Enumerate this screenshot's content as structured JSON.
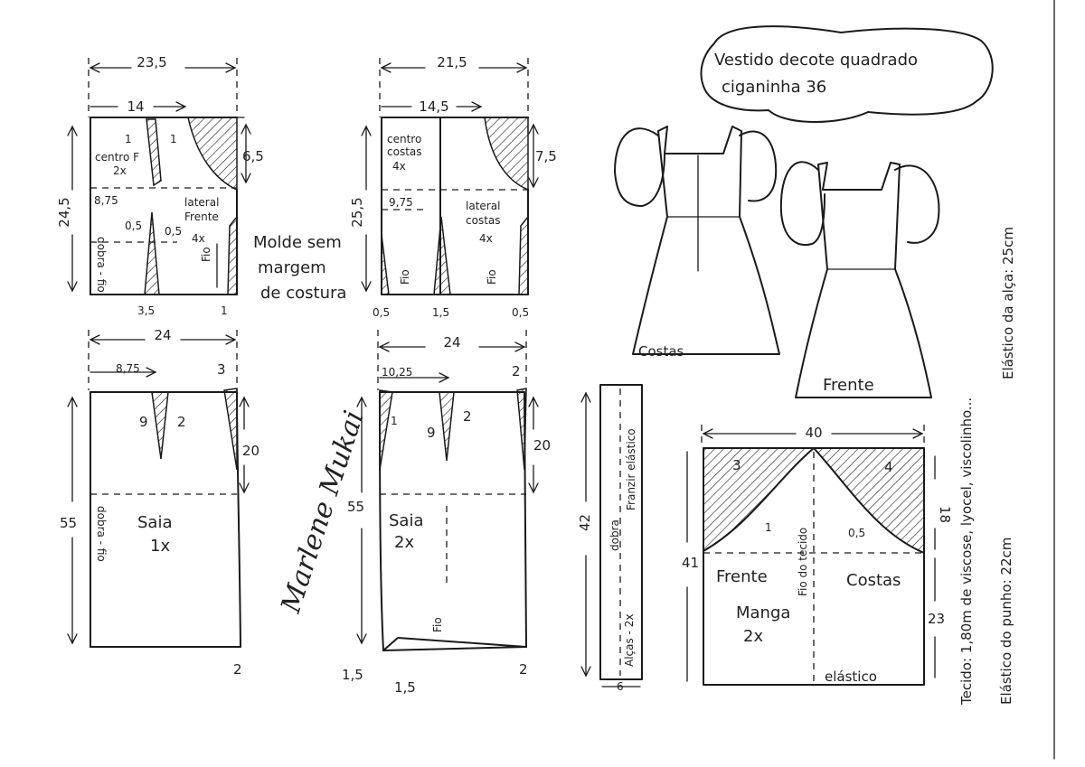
{
  "title": {
    "line1": "Vestido decote quadrado",
    "line2": "ciganinha 36"
  },
  "note": {
    "line1": "Molde sem",
    "line2": "margem",
    "line3": "de costura"
  },
  "signature": "Marlene Mukai",
  "bodice_front": {
    "top_width": "23,5",
    "inner_width": "14",
    "height": "24,5",
    "armhole_depth": "6,5",
    "dart_offset": "8,75",
    "label_center": "centro F",
    "label_center_qty": "2x",
    "label_side": "lateral",
    "label_side2": "Frente",
    "label_side_qty": "4x",
    "fold": "dobra - fio",
    "grain": "Fio",
    "bottom_left": "3,5",
    "bottom_right": "1",
    "dart_top_a": "1",
    "dart_top_b": "1",
    "dart_mid_a": "0,5",
    "dart_mid_b": "0,5"
  },
  "bodice_back": {
    "top_width": "21,5",
    "inner_width": "14,5",
    "height": "25,5",
    "armhole_depth": "7,5",
    "dart_offset": "9,75",
    "label_center": "centro",
    "label_center2": "costas",
    "label_center_qty": "4x",
    "label_side": "lateral",
    "label_side2": "costas",
    "label_side_qty": "4x",
    "grain_a": "Fio",
    "grain_b": "Fio",
    "bottom_left": "0,5",
    "bottom_mid": "1,5",
    "bottom_right": "0,5"
  },
  "skirt_front": {
    "width": "24",
    "dart_offset": "8,75",
    "side_drop": "3",
    "height": "55",
    "dart_len": "9",
    "dart_w": "2",
    "hip_depth": "20",
    "label": "Saia",
    "qty": "1x",
    "fold": "dobra - fio",
    "bottom": "2"
  },
  "skirt_back": {
    "width": "24",
    "dart_offset": "10,25",
    "side_drop": "2",
    "height": "55",
    "dart_len": "9",
    "dart_w": "2",
    "hip_depth": "20",
    "label": "Saia",
    "qty": "2x",
    "grain": "Fio",
    "bottom_left": "1,5",
    "bottom_mid": "1,5",
    "bottom_right": "2",
    "side_a": "1"
  },
  "strap": {
    "length": "42",
    "width": "6",
    "fold": "dobra",
    "elastic": "Franzir elástico",
    "label": "Alças - 2x"
  },
  "sleeve": {
    "width": "40",
    "height": "41",
    "top_depth": "18",
    "bottom_depth": "23",
    "cap_left": "3",
    "cap_right": "4",
    "ease_left": "1",
    "ease_right": "0,5",
    "front": "Frente",
    "back": "Costas",
    "grain": "Fio do tecido",
    "label": "Manga",
    "qty": "2x",
    "hem": "elástico"
  },
  "illustration": {
    "back_label": "Costas",
    "front_label": "Frente"
  },
  "side_notes": {
    "fabric": "Tecido: 1,80m de viscose, lyocel, viscolinho...",
    "cuff": "Elástico do punho: 22cm",
    "strap_elastic": "Elástico da alça: 25cm"
  }
}
